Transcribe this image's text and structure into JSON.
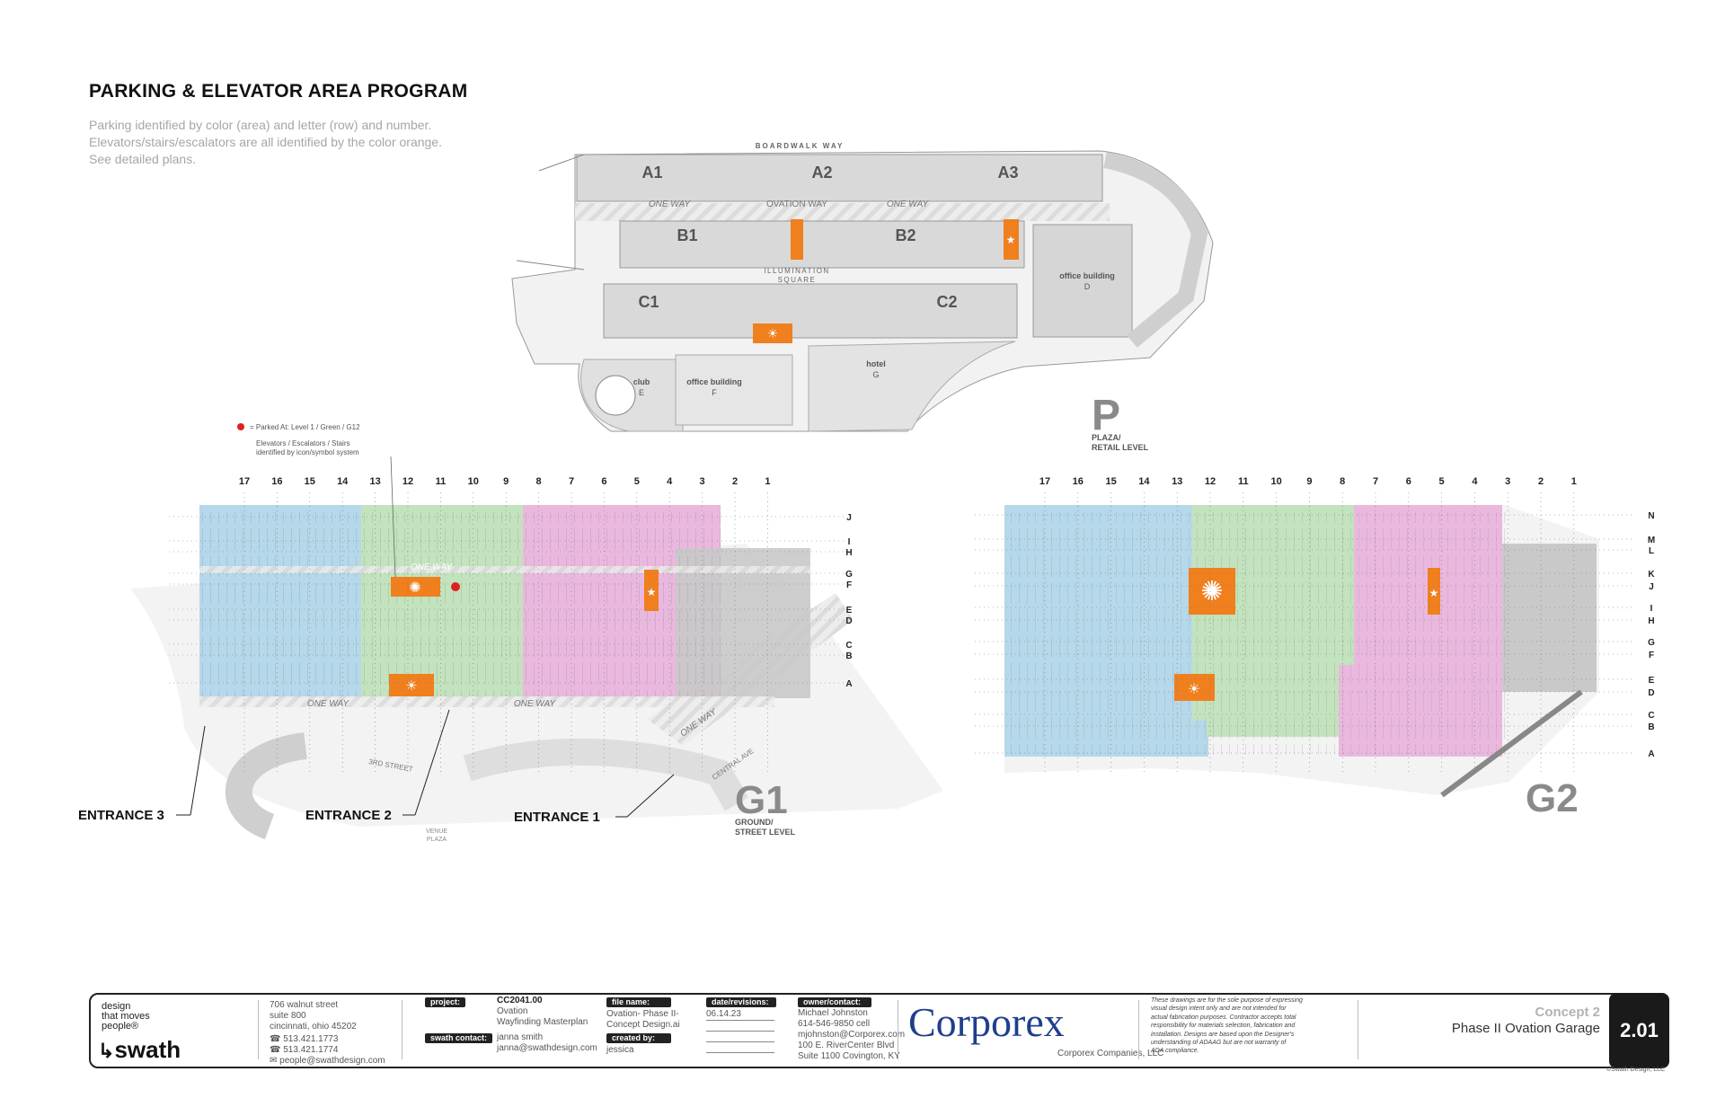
{
  "header": {
    "title": "PARKING & ELEVATOR AREA PROGRAM",
    "desc_lines": [
      "Parking identified by color (area) and letter (row) and number.",
      "Elevators/stairs/escalators are all identified by the color orange.",
      "See detailed plans."
    ]
  },
  "colors": {
    "blue": "#b5d8ea",
    "green": "#c2e3bd",
    "pink": "#eab8de",
    "gray": "#c9c9c9",
    "orange": "#f07f1e",
    "marker": "#e02020",
    "plan_gray": "#d9d9d9"
  },
  "plaza": {
    "street": "BOARDWALK WAY",
    "areas": [
      "A1",
      "A2",
      "A3",
      "B1",
      "B2",
      "C1",
      "C2"
    ],
    "one_way": "ONE WAY",
    "ovation_way": "OVATION WAY",
    "square": [
      "ILLUMINATION",
      "SQUARE"
    ],
    "office_d": "office building",
    "office_d_letter": "D",
    "club": "club",
    "club_letter": "E",
    "office_f": "office building",
    "office_f_letter": "F",
    "hotel": "hotel",
    "hotel_letter": "G",
    "level_letter": "P",
    "level_name": [
      "PLAZA/",
      "RETAIL LEVEL"
    ]
  },
  "g1": {
    "legend_marker": "= Parked At: Level 1 / Green / G12",
    "legend_icons": [
      "Elevators / Escalators / Stairs",
      "identified by icon/symbol system"
    ],
    "columns": [
      "17",
      "16",
      "15",
      "14",
      "13",
      "12",
      "11",
      "10",
      "9",
      "8",
      "7",
      "6",
      "5",
      "4",
      "3",
      "2",
      "1"
    ],
    "rows": [
      "J",
      "I",
      "H",
      "G",
      "F",
      "E",
      "D",
      "C",
      "B",
      "A"
    ],
    "one_way": "ONE WAY",
    "street_3rd": "3RD STREET",
    "central": "CENTRAL AVE",
    "venue": [
      "VENUE",
      "PLAZA"
    ],
    "entrances": [
      "ENTRANCE 3",
      "ENTRANCE 2",
      "ENTRANCE 1"
    ],
    "level_letter": "G1",
    "level_name": [
      "GROUND/",
      "STREET LEVEL"
    ]
  },
  "g2": {
    "columns": [
      "17",
      "16",
      "15",
      "14",
      "13",
      "12",
      "11",
      "10",
      "9",
      "8",
      "7",
      "6",
      "5",
      "4",
      "3",
      "2",
      "1"
    ],
    "rows": [
      "N",
      "M",
      "L",
      "K",
      "J",
      "I",
      "H",
      "G",
      "F",
      "E",
      "D",
      "C",
      "B",
      "A"
    ],
    "level_letter": "G2"
  },
  "titleblock": {
    "tagline": [
      "design",
      "that moves",
      "people®"
    ],
    "logo": "swath",
    "address": [
      "706 walnut street",
      "suite 800",
      "cincinnati, ohio 45202"
    ],
    "phone": "513.421.1773",
    "fax": "513.421.1774",
    "email": "people@swathdesign.com",
    "project_tag": "project:",
    "project_no": "CC2041.00",
    "project_name": [
      "Ovation",
      "Wayfinding Masterplan"
    ],
    "contact_tag": "swath contact:",
    "contact": [
      "janna smith",
      "janna@swathdesign.com"
    ],
    "file_tag": "file name:",
    "file_name": [
      "Ovation- Phase II-",
      "Concept Design.ai"
    ],
    "created_tag": "created by:",
    "created_by": "jessica",
    "date_tag": "date/revisions:",
    "date": "06.14.23",
    "owner_tag": "owner/contact:",
    "owner": [
      "Michael Johnston",
      "614-546-9850 cell",
      "mjohnston@Corporex.com",
      "100 E. RiverCenter Blvd",
      "Suite 1100 Covington, KY"
    ],
    "corp_logo": "Corporex",
    "corp_name": "Corporex Companies, LLC",
    "disclaimer": [
      "These drawings are for the sole purpose of expressing",
      "visual design intent only and are not intended for",
      "actual fabrication purposes. Contractor accepts total",
      "responsibility for materials selection, fabrication and",
      "installation. Designs are based upon the Designer's",
      "understanding of ADAAG but are not warranty of",
      "ADA compliance."
    ],
    "concept": "Concept 2",
    "phase": "Phase II Ovation Garage",
    "sheet": "2.01",
    "copyright": "©Swath Design, LLC"
  }
}
